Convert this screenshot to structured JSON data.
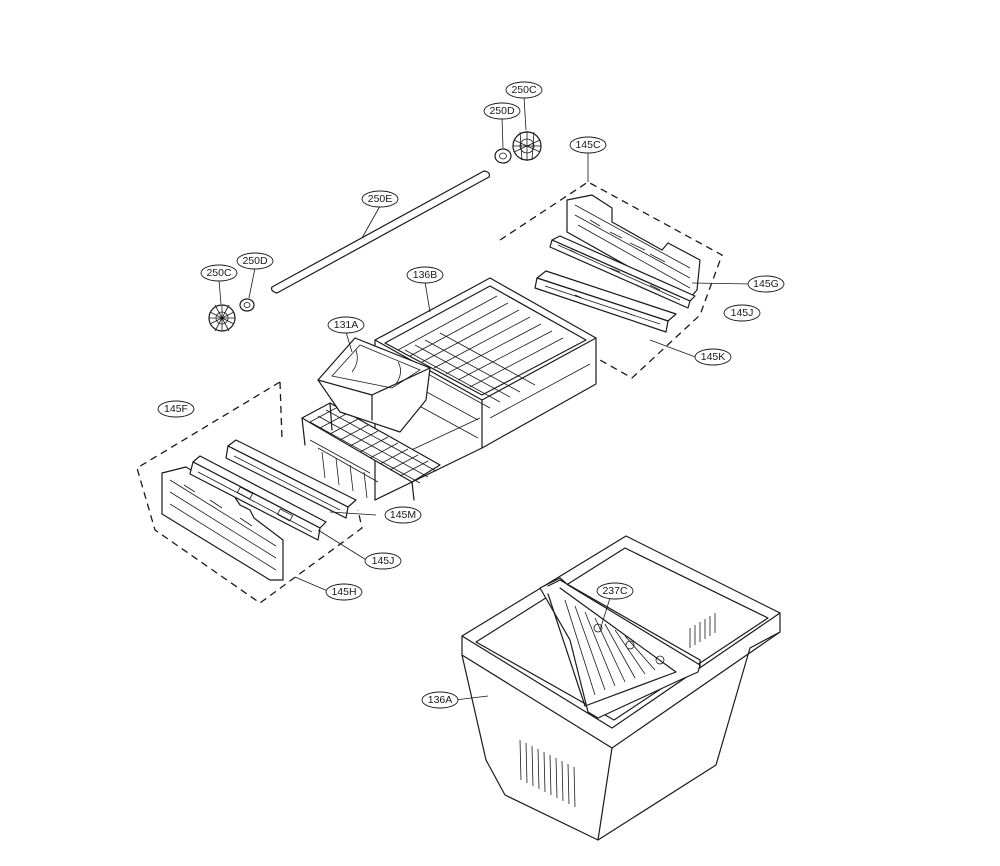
{
  "diagram": {
    "labels": {
      "c250c_top": "250C",
      "c250d_top": "250D",
      "c145c": "145C",
      "c250e": "250E",
      "c250d_left": "250D",
      "c250c_left": "250C",
      "c136b": "136B",
      "c145g": "145G",
      "c145j_right": "145J",
      "c131a": "131A",
      "c145k": "145K",
      "c145f": "145F",
      "c145m": "145M",
      "c145j_left": "145J",
      "c145h": "145H",
      "c237c": "237C",
      "c136a": "136A"
    }
  }
}
